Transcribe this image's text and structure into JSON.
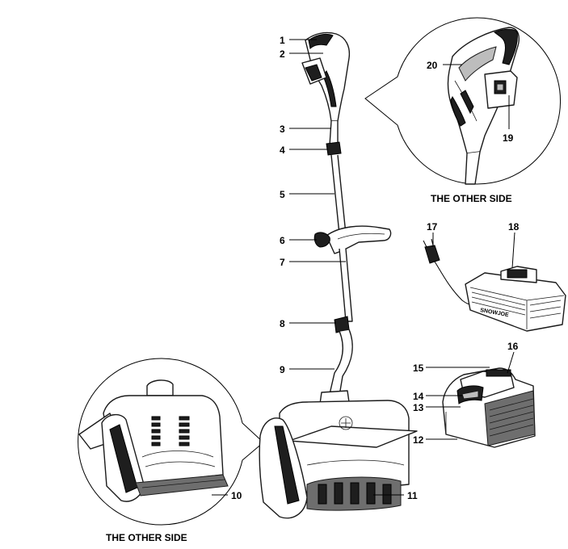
{
  "callouts": [
    {
      "id": "1",
      "label": "1"
    },
    {
      "id": "2",
      "label": "2"
    },
    {
      "id": "3",
      "label": "3"
    },
    {
      "id": "4",
      "label": "4"
    },
    {
      "id": "5",
      "label": "5"
    },
    {
      "id": "6",
      "label": "6"
    },
    {
      "id": "7",
      "label": "7"
    },
    {
      "id": "8",
      "label": "8"
    },
    {
      "id": "9",
      "label": "9"
    },
    {
      "id": "10",
      "label": "10"
    },
    {
      "id": "11",
      "label": "11"
    },
    {
      "id": "12",
      "label": "12"
    },
    {
      "id": "13",
      "label": "13"
    },
    {
      "id": "14",
      "label": "14"
    },
    {
      "id": "15",
      "label": "15"
    },
    {
      "id": "16",
      "label": "16"
    },
    {
      "id": "17",
      "label": "17"
    },
    {
      "id": "18",
      "label": "18"
    },
    {
      "id": "19",
      "label": "19"
    },
    {
      "id": "20",
      "label": "20"
    }
  ],
  "captions": {
    "top_detail": "THE OTHER SIDE",
    "bottom_detail": "THE OTHER SIDE"
  },
  "charger_brand": "SNOWJOE",
  "colors": {
    "line": "#000000",
    "dark_fill": "#1e1e1e",
    "grey_fill": "#bdbdbd",
    "background": "#ffffff"
  }
}
